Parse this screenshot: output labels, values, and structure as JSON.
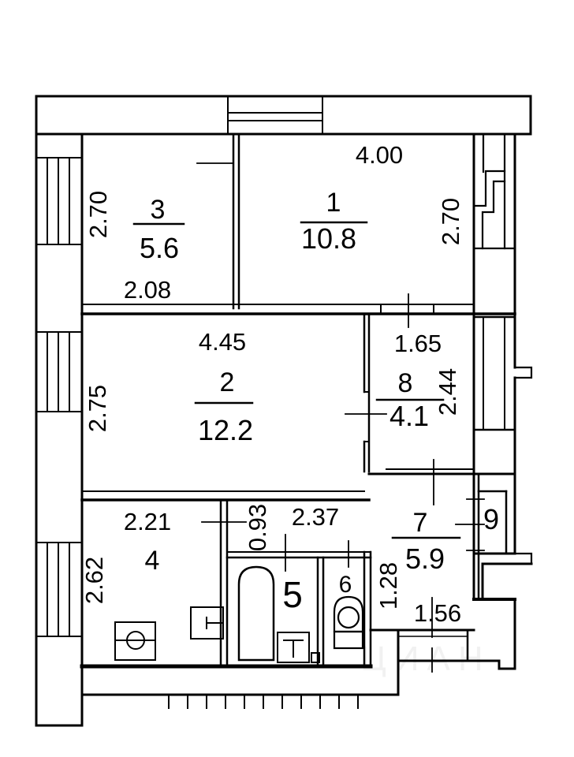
{
  "plan": {
    "type": "apartment-floor-plan",
    "watermark": "ЦИАН",
    "rooms": [
      {
        "number": "1",
        "area": "10.8",
        "width": "4.00",
        "height": "2.70"
      },
      {
        "number": "2",
        "area": "12.2",
        "width": "4.45",
        "height": "2.75"
      },
      {
        "number": "3",
        "area": "5.6",
        "width": "2.08",
        "height": "2.70"
      },
      {
        "number": "4",
        "width": "2.21",
        "height": "2.62"
      },
      {
        "number": "5"
      },
      {
        "number": "6"
      },
      {
        "number": "7",
        "area": "5.9",
        "width": "2.37",
        "height": "1.28",
        "corridor_width": "0.93",
        "entry_width": "1.56"
      },
      {
        "number": "8",
        "area": "4.1",
        "width": "1.65",
        "height": "2.44"
      },
      {
        "number": "9"
      }
    ]
  }
}
